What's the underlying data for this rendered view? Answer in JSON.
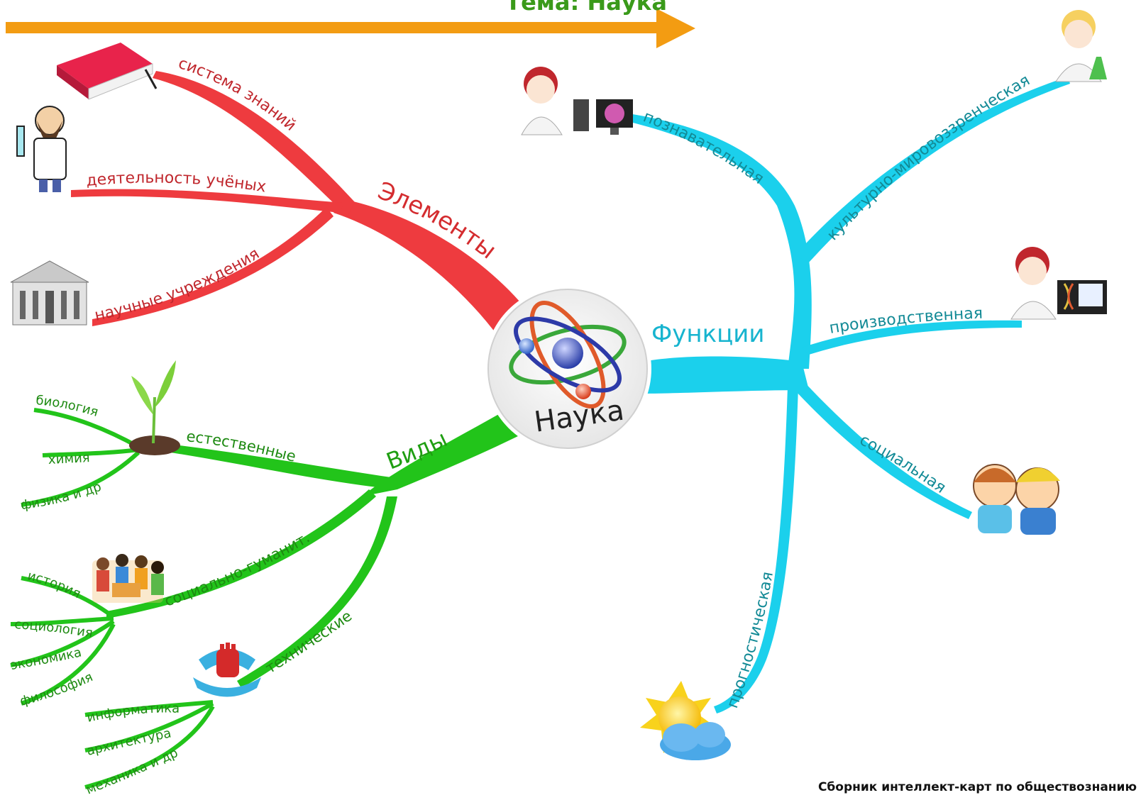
{
  "header": {
    "topic": "Тема: Наука"
  },
  "center": {
    "label": "Наука"
  },
  "branches": {
    "elements": {
      "title": "Элементы",
      "items": [
        "система знаний",
        "деятельность учёных",
        "научные учреждения"
      ]
    },
    "types": {
      "title": "Виды",
      "natural": {
        "label": "естественные",
        "subs": [
          "биология",
          "химия",
          "физика и др"
        ]
      },
      "social": {
        "label": "социально-гуманит.",
        "subs": [
          "история",
          "социология",
          "экономика",
          "философия"
        ]
      },
      "technical": {
        "label": "технические",
        "subs": [
          "информатика",
          "архитектура",
          "механика и др"
        ]
      }
    },
    "functions": {
      "title": "Функции",
      "items": [
        "познавательная",
        "культурно-мировоззренческая",
        "производственная",
        "социальная",
        "прогностическая"
      ]
    }
  },
  "credit": "Сборник интеллект-карт по обществознанию",
  "colors": {
    "elements_branch": "#ee3b3f",
    "types_branch": "#22c41a",
    "functions_branch": "#1bd0ec",
    "header_arrow": "#f39c12",
    "header_text": "#3a9a1a"
  },
  "icons": [
    "book-icon",
    "scientist-icon",
    "institution-building-icon",
    "sprout-icon",
    "people-group-icon",
    "fist-emblem-icon",
    "lab-microscope-icon",
    "lab-chemist-icon",
    "lab-dna-computer-icon",
    "children-icon",
    "sun-cloud-icon",
    "atom-icon"
  ]
}
